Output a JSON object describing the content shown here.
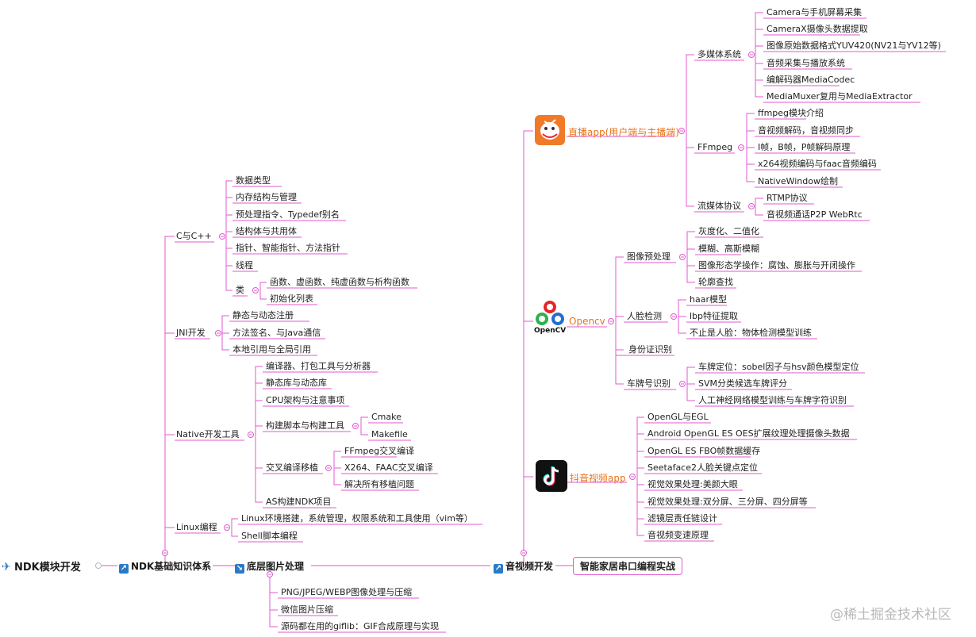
{
  "root": "NDK模块开发",
  "branch_basic": {
    "label": "NDK基础知识体系",
    "c_cpp": {
      "label": "C与C++",
      "items": [
        "数据类型",
        "内存结构与管理",
        "预处理指令、Typedef别名",
        "结构体与共用体",
        "指针、智能指针、方法指针",
        "线程"
      ],
      "class": {
        "label": "类",
        "items": [
          "函数、虚函数、纯虚函数与析构函数",
          "初始化列表"
        ]
      }
    },
    "jni": {
      "label": "JNI开发",
      "items": [
        "静态与动态注册",
        "方法签名、与Java通信",
        "本地引用与全局引用"
      ]
    },
    "native_tools": {
      "label": "Native开发工具",
      "items": [
        "编译器、打包工具与分析器",
        "静态库与动态库",
        "CPU架构与注意事项"
      ],
      "build": {
        "label": "构建脚本与构建工具",
        "items": [
          "Cmake",
          "Makefile"
        ]
      },
      "cross": {
        "label": "交叉编译移植",
        "items": [
          "FFmpeg交叉编译",
          "X264、FAAC交叉编译",
          "解决所有移植问题"
        ]
      },
      "last": "AS构建NDK项目"
    },
    "linux": {
      "label": "Linux编程",
      "items": [
        "Linux环境搭建，系统管理，权限系统和工具使用（vim等）",
        "Shell脚本编程"
      ]
    }
  },
  "branch_image": {
    "label": "底层图片处理",
    "items": [
      "PNG/JPEG/WEBP图像处理与压缩",
      "微信图片压缩",
      "源码都在用的giflib：GIF合成原理与实现"
    ]
  },
  "branch_av": {
    "label": "音视频开发",
    "live": {
      "label": "直播app(用户端与主播端)",
      "multimedia": {
        "label": "多媒体系统",
        "items": [
          "Camera与手机屏幕采集",
          "CameraX摄像头数据提取",
          "图像原始数据格式YUV420(NV21与YV12等)",
          "音频采集与播放系统",
          "编解码器MediaCodec",
          "MediaMuxer复用与MediaExtractor"
        ]
      },
      "ffmpeg": {
        "label": "FFmpeg",
        "items": [
          "ffmpeg模块介绍",
          "音视频解码，音视频同步",
          "I帧，B帧，P帧解码原理",
          "x264视频编码与faac音频编码",
          "NativeWindow绘制"
        ]
      },
      "stream": {
        "label": "流媒体协议",
        "items": [
          "RTMP协议",
          "音视频通话P2P WebRtc"
        ]
      }
    },
    "opencv": {
      "label": "Opencv",
      "logo_text": "OpenCV",
      "preprocess": {
        "label": "图像预处理",
        "items": [
          "灰度化、二值化",
          "模糊、高斯模糊",
          "图像形态学操作：腐蚀、膨胀与开闭操作",
          "轮廓查找"
        ]
      },
      "face": {
        "label": "人脸检测",
        "items": [
          "haar模型",
          "lbp特征提取",
          "不止是人脸：物体检测模型训练"
        ]
      },
      "idcard": {
        "label": "身份证识别"
      },
      "plate": {
        "label": "车牌号识别",
        "items": [
          "车牌定位：sobel因子与hsv颜色模型定位",
          "SVM分类候选车牌评分",
          "人工神经网络模型训练与车牌字符识别"
        ]
      }
    },
    "douyin": {
      "label": "抖音视频app",
      "items": [
        "OpenGL与EGL",
        "Android OpenGL ES OES扩展纹理处理摄像头数据",
        "OpenGL ES FBO帧数据缓存",
        "Seetaface2人脸关键点定位",
        "视觉效果处理:美颜大眼",
        "视觉效果处理:双分屏、三分屏、四分屏等",
        "滤镜层责任链设计",
        "音视频变速原理"
      ]
    }
  },
  "smart_home": "智能家居串口编程实战",
  "watermark": "@稀土掘金技术社区",
  "colors": {
    "line": "#e05ad0",
    "accent_blue": "#2a7ac7",
    "orange": "#e8741a"
  }
}
